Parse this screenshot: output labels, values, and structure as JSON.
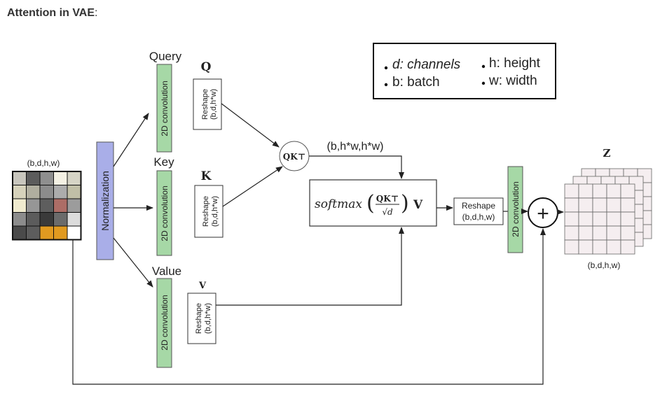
{
  "title": {
    "main": "Attention in VAE",
    "colon": ":"
  },
  "input": {
    "label": "(b,d,h,w)",
    "grid": [
      [
        "#c8c6bd",
        "#5c5c5c",
        "#8f8f8f",
        "#f4f1e4",
        "#d6d4c6"
      ],
      [
        "#d6d2bb",
        "#b0ae9f",
        "#8c8c8c",
        "#acacac",
        "#c1bfa7"
      ],
      [
        "#f0ebcf",
        "#969696",
        "#5e5e5e",
        "#ad6d66",
        "#9c9c9c"
      ],
      [
        "#8c8c8c",
        "#5c5c5c",
        "#3a3a3a",
        "#6b6b6b",
        "#dcdcdc"
      ],
      [
        "#4a4a4a",
        "#5d5d5d",
        "#e19a20",
        "#e19a20",
        "#ffffff"
      ]
    ]
  },
  "normalization": {
    "label": "Normalization"
  },
  "branches": {
    "query": {
      "name": "Query",
      "conv": "2D convolution",
      "reshape_line1": "Reshape",
      "reshape_line2": "(b,d,h*w)",
      "symbol": "Q"
    },
    "key": {
      "name": "Key",
      "conv": "2D convolution",
      "reshape_line1": "Reshape",
      "reshape_line2": "(b,d,h*w)",
      "symbol": "K"
    },
    "value": {
      "name": "Value",
      "conv": "2D convolution",
      "reshape_line1": "Reshape",
      "reshape_line2": "(b,d,h*w)",
      "symbol": "V"
    }
  },
  "qk": {
    "node_label": "QK⊤",
    "shape": "(b,h*w,h*w)"
  },
  "softmax": {
    "fn": "softmax",
    "numerator": "QK⊤",
    "denominator": "√d",
    "tail": "V"
  },
  "reshape_out": {
    "line1": "Reshape",
    "line2": "(b,d,h,w)"
  },
  "conv_out": {
    "label": "2D convolution"
  },
  "add": {
    "symbol": "+"
  },
  "output": {
    "symbol": "Z",
    "label": "(b,d,h,w)"
  },
  "legend": {
    "channels": "d: channels",
    "batch": "b: batch",
    "height": "h: height",
    "width": "w: width"
  },
  "colors": {
    "normalization_fill": "#a9aee8",
    "conv_fill": "#a6d8a6",
    "output_cell": "#f5eef0"
  }
}
